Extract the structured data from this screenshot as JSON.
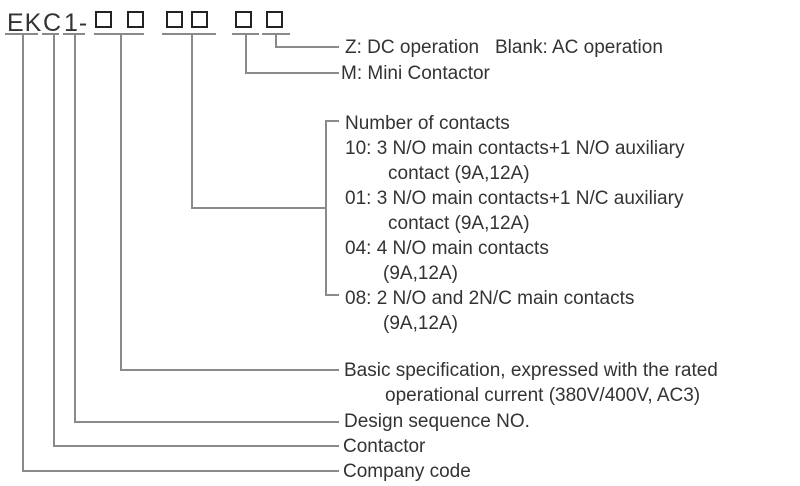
{
  "model_code": {
    "segments": {
      "company": "EK",
      "contactor": "C",
      "design": "1-"
    },
    "digit_boxes": 6
  },
  "annotations": {
    "dc_operation": "Z: DC operation   Blank: AC operation",
    "mini_contactor": "M: Mini Contactor",
    "contacts_title": "Number of contacts",
    "contacts_lines": [
      "10: 3 N/O main contacts+1 N/O auxiliary",
      "contact (9A,12A)",
      "01: 3 N/O main contacts+1 N/C auxiliary",
      "contact (9A,12A)",
      "04: 4 N/O main contacts",
      "(9A,12A)",
      "08: 2 N/O and 2N/C main contacts",
      "(9A,12A)"
    ],
    "basic_spec_line1": "Basic specification, expressed with the rated",
    "basic_spec_line2": "operational current (380V/400V, AC3)",
    "design_sequence": "Design sequence NO.",
    "contactor": "Contactor",
    "company_code": "Company code"
  },
  "colors": {
    "line_color": "#8a8a8a",
    "text_color": "#333333",
    "box_border": "#222222",
    "bg": "#ffffff"
  }
}
